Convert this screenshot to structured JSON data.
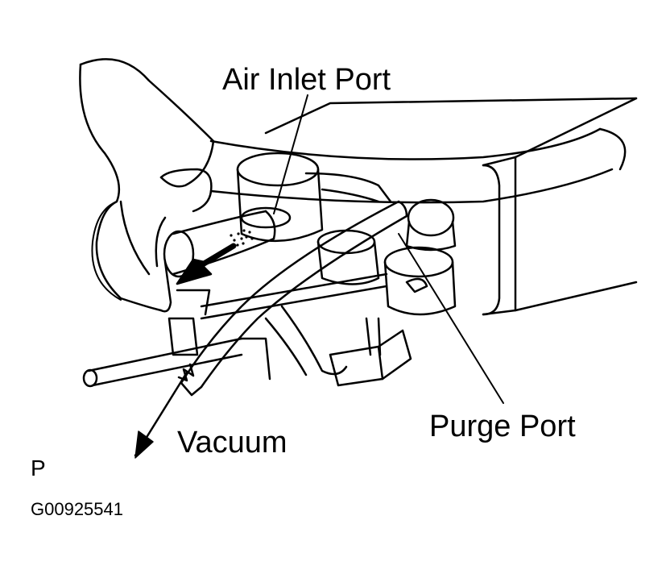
{
  "labels": {
    "air_inlet_port": "Air Inlet Port",
    "purge_port": "Purge Port",
    "vacuum": "Vacuum",
    "view_letter": "P",
    "figure_id": "G00925541"
  },
  "colors": {
    "line": "#000000",
    "background": "#ffffff"
  },
  "icons": {
    "hand": "pointing-hand-icon",
    "airflow_arrow": "arrow-icon",
    "vacuum_arrow": "arrow-icon"
  }
}
